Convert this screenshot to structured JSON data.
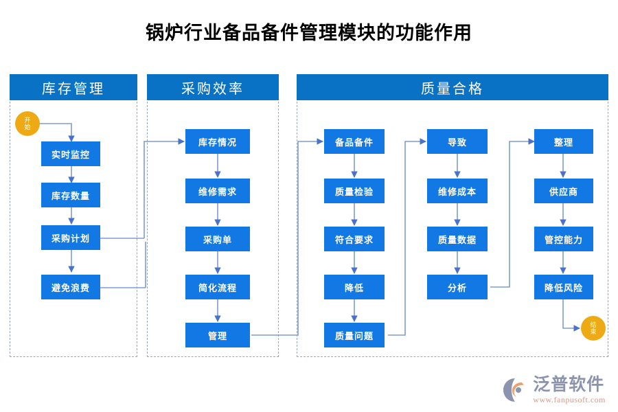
{
  "title": "锅炉行业备品备件管理模块的功能作用",
  "colors": {
    "header_blue": "#0A72C4",
    "node_blue": "#1278E3",
    "terminator_gold": "#EDAA15",
    "connector_blue": "#7D9BD6",
    "group_border": "#9AA6B4",
    "background": "#FFFFFF"
  },
  "groups": [
    {
      "id": "inventory",
      "label": "库存管理"
    },
    {
      "id": "procurement",
      "label": "采购效率"
    },
    {
      "id": "quality",
      "label": "质量合格"
    }
  ],
  "terminators": {
    "start": {
      "label": "开始",
      "char1": "开",
      "char2": "始"
    },
    "end": {
      "label": "结束",
      "char1": "结",
      "char2": "束"
    }
  },
  "columns": [
    {
      "id": "col-inventory",
      "group": "inventory",
      "nodes": [
        {
          "id": "n1",
          "label": "实时监控"
        },
        {
          "id": "n2",
          "label": "库存数量"
        },
        {
          "id": "n3",
          "label": "采购计划"
        },
        {
          "id": "n4",
          "label": "避免浪费"
        }
      ]
    },
    {
      "id": "col-procurement",
      "group": "procurement",
      "nodes": [
        {
          "id": "n5",
          "label": "库存情况"
        },
        {
          "id": "n6",
          "label": "维修需求"
        },
        {
          "id": "n7",
          "label": "采购单"
        },
        {
          "id": "n8",
          "label": "简化流程"
        },
        {
          "id": "n9",
          "label": "管理"
        }
      ]
    },
    {
      "id": "col-quality-1",
      "group": "quality",
      "nodes": [
        {
          "id": "n10",
          "label": "备品备件"
        },
        {
          "id": "n11",
          "label": "质量检验"
        },
        {
          "id": "n12",
          "label": "符合要求"
        },
        {
          "id": "n13",
          "label": "降低"
        },
        {
          "id": "n14",
          "label": "质量问题"
        }
      ]
    },
    {
      "id": "col-quality-2",
      "group": "quality",
      "nodes": [
        {
          "id": "n15",
          "label": "导致"
        },
        {
          "id": "n16",
          "label": "维修成本"
        },
        {
          "id": "n17",
          "label": "质量数据"
        },
        {
          "id": "n18",
          "label": "分析"
        }
      ]
    },
    {
      "id": "col-quality-3",
      "group": "quality",
      "nodes": [
        {
          "id": "n19",
          "label": "整理"
        },
        {
          "id": "n20",
          "label": "供应商"
        },
        {
          "id": "n21",
          "label": "管控能力"
        },
        {
          "id": "n22",
          "label": "降低风险"
        }
      ]
    }
  ],
  "logo": {
    "name": "泛普软件",
    "url": "www.fanpusoft.com"
  }
}
